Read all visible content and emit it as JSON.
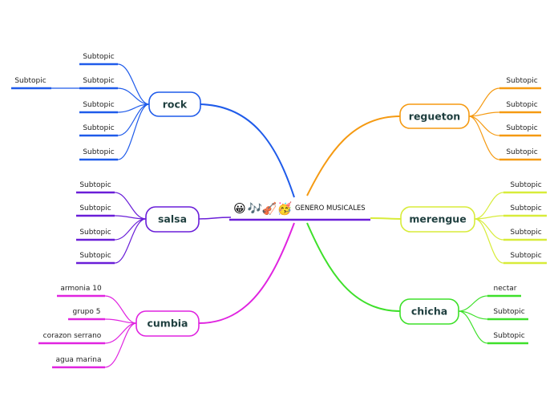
{
  "center": {
    "label": "GENERO MUSICALES",
    "emoji": [
      "😀",
      "🎶",
      "🎻",
      "🥳"
    ],
    "color": "#6a1ed8"
  },
  "topics": [
    {
      "label": "rock",
      "color": "#1f5bea",
      "subtopics": [
        "Subtopic",
        "Subtopic",
        "Subtopic",
        "Subtopic",
        "Subtopic",
        "Subtopic"
      ]
    },
    {
      "label": "salsa",
      "color": "#6a1ed8",
      "subtopics": [
        "Subtopic",
        "Subtopic",
        "Subtopic",
        "Subtopic"
      ]
    },
    {
      "label": "cumbia",
      "color": "#e024e0",
      "subtopics": [
        "armonia 10",
        "grupo 5",
        "corazon serrano",
        "agua marina"
      ]
    },
    {
      "label": "regueton",
      "color": "#f59a12",
      "subtopics": [
        "Subtopic",
        "Subtopic",
        "Subtopic",
        "Subtopic"
      ]
    },
    {
      "label": "merengue",
      "color": "#d8ec3a",
      "subtopics": [
        "Subtopic",
        "Subtopic",
        "Subtopic",
        "Subtopic"
      ]
    },
    {
      "label": "chicha",
      "color": "#3ee02a",
      "subtopics": [
        "nectar",
        "Subtopic",
        "Subtopic"
      ]
    }
  ]
}
